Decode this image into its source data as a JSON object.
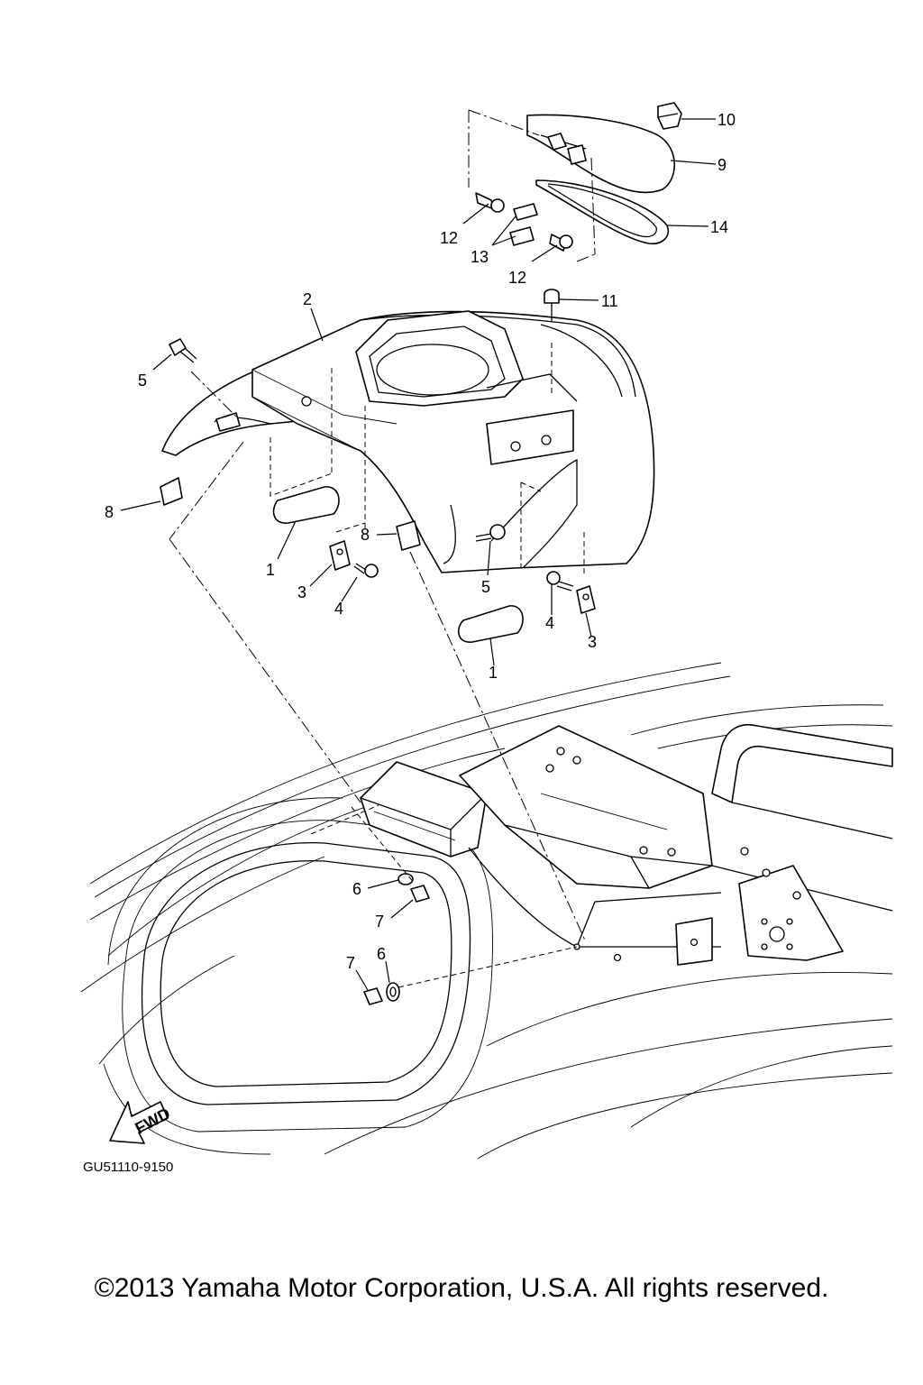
{
  "diagram": {
    "code": "GU51110-9150",
    "fwd_label": "FWD",
    "callouts": [
      {
        "id": "c10",
        "label": "10"
      },
      {
        "id": "c9",
        "label": "9"
      },
      {
        "id": "c14",
        "label": "14"
      },
      {
        "id": "c12a",
        "label": "12"
      },
      {
        "id": "c13",
        "label": "13"
      },
      {
        "id": "c12b",
        "label": "12"
      },
      {
        "id": "c11",
        "label": "11"
      },
      {
        "id": "c2",
        "label": "2"
      },
      {
        "id": "c5a",
        "label": "5"
      },
      {
        "id": "c8a",
        "label": "8"
      },
      {
        "id": "c1a",
        "label": "1"
      },
      {
        "id": "c3a",
        "label": "3"
      },
      {
        "id": "c4a",
        "label": "4"
      },
      {
        "id": "c8b",
        "label": "8"
      },
      {
        "id": "c5b",
        "label": "5"
      },
      {
        "id": "c4b",
        "label": "4"
      },
      {
        "id": "c3b",
        "label": "3"
      },
      {
        "id": "c1b",
        "label": "1"
      },
      {
        "id": "c6a",
        "label": "6"
      },
      {
        "id": "c7a",
        "label": "7"
      },
      {
        "id": "c7b",
        "label": "7"
      },
      {
        "id": "c6b",
        "label": "6"
      }
    ]
  },
  "footer": {
    "copyright": "©2013 Yamaha Motor Corporation, U.S.A. All rights reserved."
  }
}
